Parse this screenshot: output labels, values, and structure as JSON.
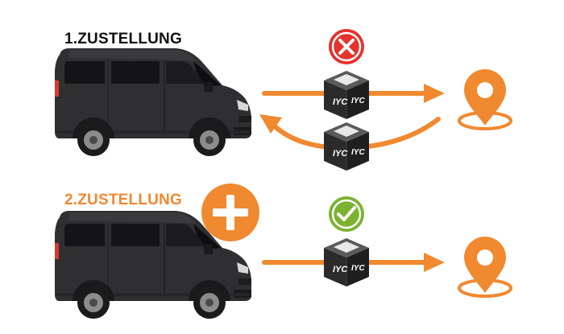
{
  "colors": {
    "accent_orange": "#F0892F",
    "van_body": "#2f2f31",
    "van_window": "#141416",
    "error_red": "#E5322D",
    "success_green": "#7BB22F",
    "box_dark": "#2b2b2b",
    "text_dark": "#111111"
  },
  "step1": {
    "title": "1.ZUSTELLUNG",
    "status_icon": "error-x-icon",
    "outbound_box_brand": "IYC",
    "return_box_brand": "IYC",
    "destination_icon": "map-pin-icon"
  },
  "step2": {
    "title": "2.ZUSTELLUNG",
    "plus_icon": "plus-circle-icon",
    "status_icon": "success-check-icon",
    "box_brand": "IYC",
    "destination_icon": "map-pin-icon"
  }
}
